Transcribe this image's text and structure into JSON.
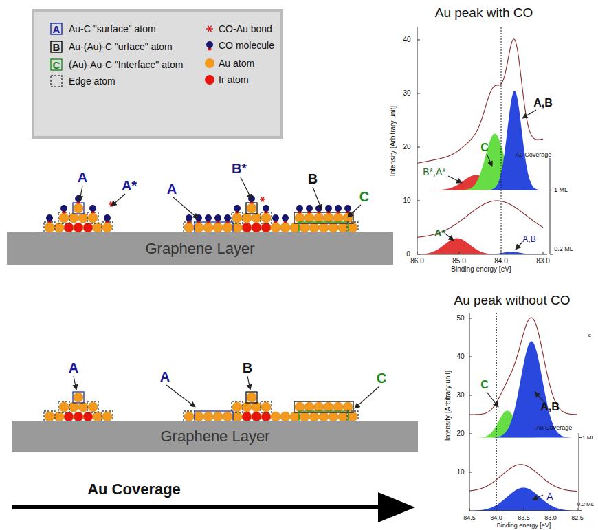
{
  "diagram": {
    "nodes": [
      {
        "text": [
          "Graphene Layer"
        ]
      },
      {
        "text": [
          "Graphene Layer"
        ]
      }
    ],
    "labels": [
      "A",
      "B",
      "C",
      "A",
      "A*",
      "A",
      "B*",
      "B",
      "C",
      "Au peak with CO",
      "Intensity [Arbitrary unit]",
      "0",
      "10",
      "20",
      "30",
      "40",
      "86.0",
      "85.0",
      "84.0",
      "83.0",
      "Binding energy [eV]",
      "A,B",
      "C",
      "B*,A*",
      "A*",
      "A,B",
      "Au Coverage",
      "1 ML",
      "0.2 ML",
      "A",
      "A",
      "B",
      "C",
      "Au peak without CO",
      "Intensity [Arbitrary unit]",
      "10",
      "20",
      "30",
      "40",
      "50",
      "84.5",
      "84.0",
      "83.5",
      "83.0",
      "82.5",
      "Binding energy [eV]",
      "e",
      "A,B",
      "C",
      "Au Coverage",
      "1 ML",
      "A",
      "0.2 ML",
      "Au Coverage"
    ],
    "legend": [
      {
        "text": "Au-C \"surface\" atom"
      },
      {
        "text": "Au-(Au)-C \"urface\" atom"
      },
      {
        "text": "(Au)-Au-C \"Interface\" atom"
      },
      {
        "text": "Edge atom"
      },
      {
        "text": "CO-Au bond"
      },
      {
        "text": "CO molecule"
      },
      {
        "text": "Au atom",
        "color": "#f39a1e"
      },
      {
        "text": "Ir atom",
        "color": "#e8150f"
      }
    ]
  }
}
